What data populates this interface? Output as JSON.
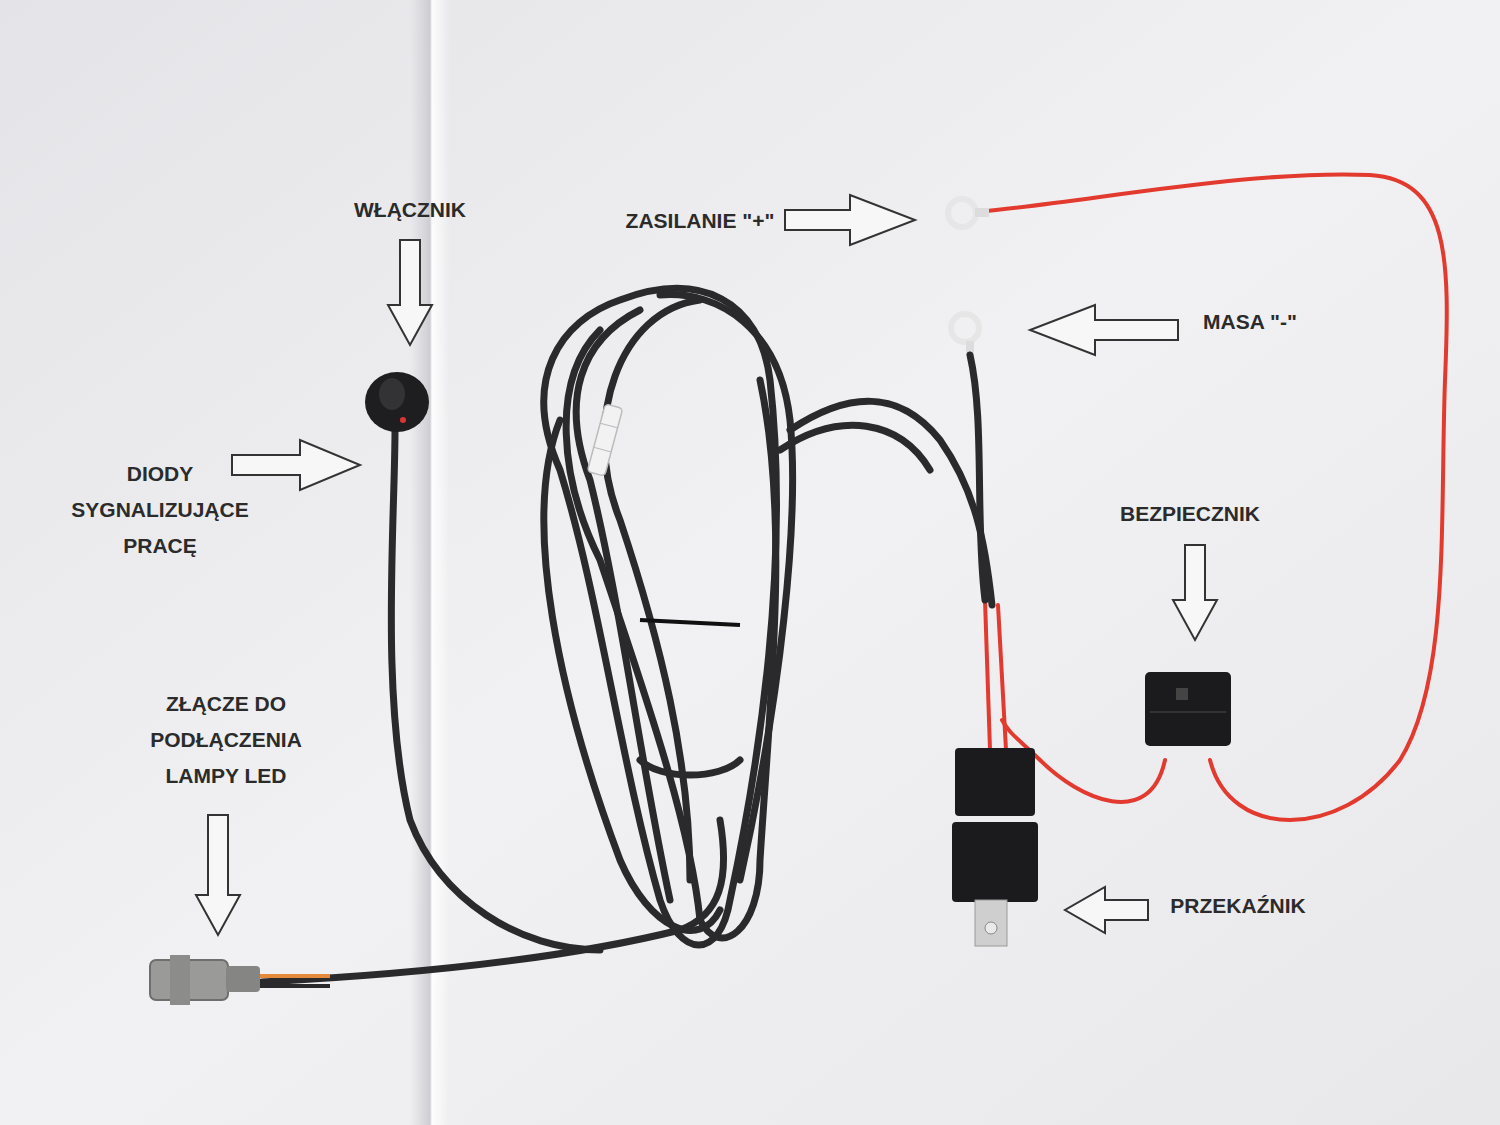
{
  "diagram": {
    "labels": [
      "WŁĄCZNIK",
      "ZASILANIE \"+\"",
      "MASA \"-\"",
      "DIODY SYGNALIZUJĄCE PRACĘ",
      "BEZPIECZNIK",
      "ZŁĄCZE DO PODŁĄCZENIA LAMPY LED",
      "PRZEKAŹNIK"
    ]
  }
}
